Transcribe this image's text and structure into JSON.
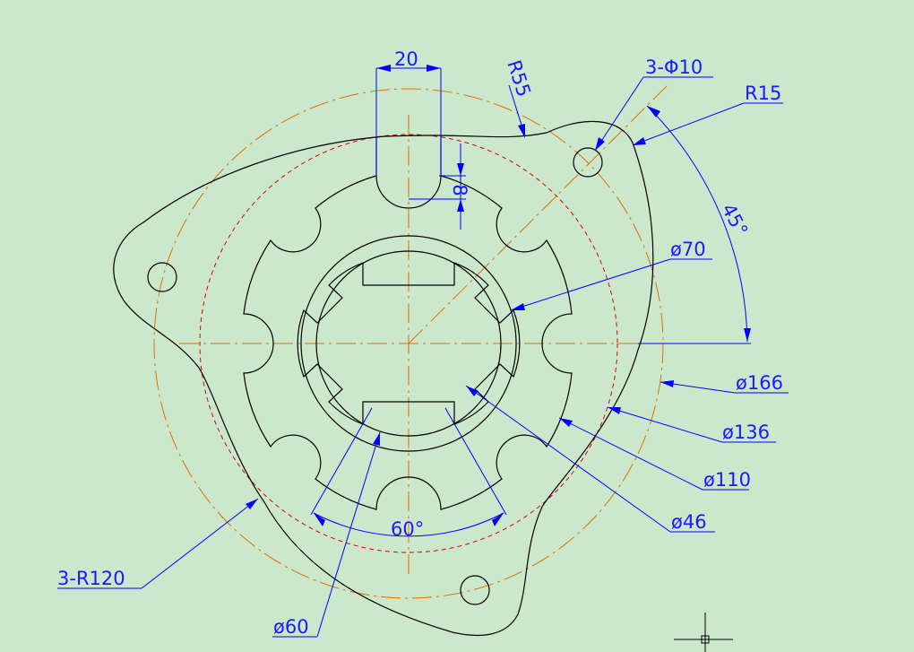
{
  "drawing": {
    "dimensions": {
      "width_20": "20",
      "radius_55": "R55",
      "holes": "3-Φ10",
      "radius_15": "R15",
      "angle_45": "45°",
      "depth_8": "8",
      "dia_70": "ø70",
      "dia_166": "ø166",
      "dia_136": "ø136",
      "dia_110": "ø110",
      "dia_46": "ø46",
      "angle_60": "60°",
      "arcs_120": "3-R120",
      "dia_60": "ø60"
    }
  }
}
